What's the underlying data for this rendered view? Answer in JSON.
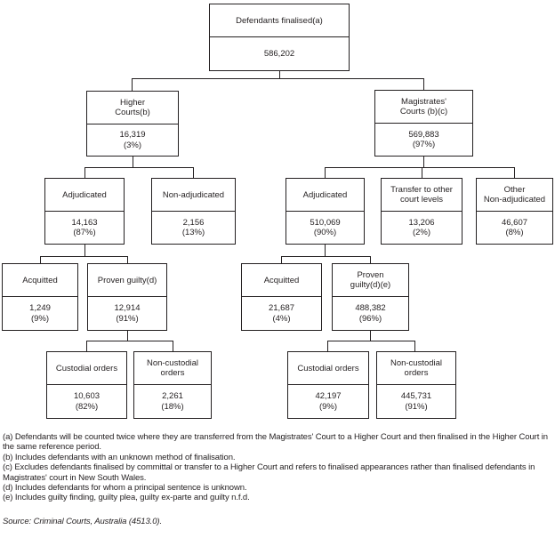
{
  "nodes": {
    "root": {
      "label": "Defendants finalised(a)",
      "value": "586,202",
      "pct": ""
    },
    "higher_courts": {
      "label": "Higher\nCourts(b)",
      "value": "16,319",
      "pct": "(3%)"
    },
    "magistrates_courts": {
      "label": "Magistrates'\nCourts (b)(c)",
      "value": "569,883",
      "pct": "(97%)"
    },
    "higher_adjudicated": {
      "label": "Adjudicated",
      "value": "14,163",
      "pct": "(87%)"
    },
    "higher_non_adjudicated": {
      "label": "Non-adjudicated",
      "value": "2,156",
      "pct": "(13%)"
    },
    "mag_adjudicated": {
      "label": "Adjudicated",
      "value": "510,069",
      "pct": "(90%)"
    },
    "mag_transfer": {
      "label": "Transfer to other\ncourt levels",
      "value": "13,206",
      "pct": "(2%)"
    },
    "mag_other_non_adjudicated": {
      "label": "Other\nNon-adjudicated",
      "value": "46,607",
      "pct": "(8%)"
    },
    "higher_acquitted": {
      "label": "Acquitted",
      "value": "1,249",
      "pct": "(9%)"
    },
    "higher_proven_guilty": {
      "label": "Proven guilty(d)",
      "value": "12,914",
      "pct": "(91%)"
    },
    "mag_acquitted": {
      "label": "Acquitted",
      "value": "21,687",
      "pct": "(4%)"
    },
    "mag_proven_guilty": {
      "label": "Proven\nguilty(d)(e)",
      "value": "488,382",
      "pct": "(96%)"
    },
    "higher_custodial": {
      "label": "Custodial orders",
      "value": "10,603",
      "pct": "(82%)"
    },
    "higher_non_custodial": {
      "label": "Non-custodial\norders",
      "value": "2,261",
      "pct": "(18%)"
    },
    "mag_custodial": {
      "label": "Custodial orders",
      "value": "42,197",
      "pct": "(9%)"
    },
    "mag_non_custodial": {
      "label": "Non-custodial\norders",
      "value": "445,731",
      "pct": "(91%)"
    }
  },
  "footnotes": [
    "(a) Defendants will be counted twice where they are transferred from the Magistrates' Court to a Higher Court and then finalised in the Higher Court in the same reference period.",
    "(b) Includes defendants with an unknown method of finalisation.",
    "(c) Excludes defendants finalised by committal or transfer to a Higher Court and refers to finalised appearances rather than finalised defendants in Magistrates' court in New South Wales.",
    "(d) Includes defendants for whom a principal sentence is unknown.",
    "(e) Includes guilty finding, guilty plea, guilty ex-parte and guilty n.f.d."
  ],
  "source": "Source: Criminal Courts, Australia (4513.0).",
  "colors": {
    "line": "#231f20",
    "text": "#231f20",
    "background": "#ffffff"
  }
}
